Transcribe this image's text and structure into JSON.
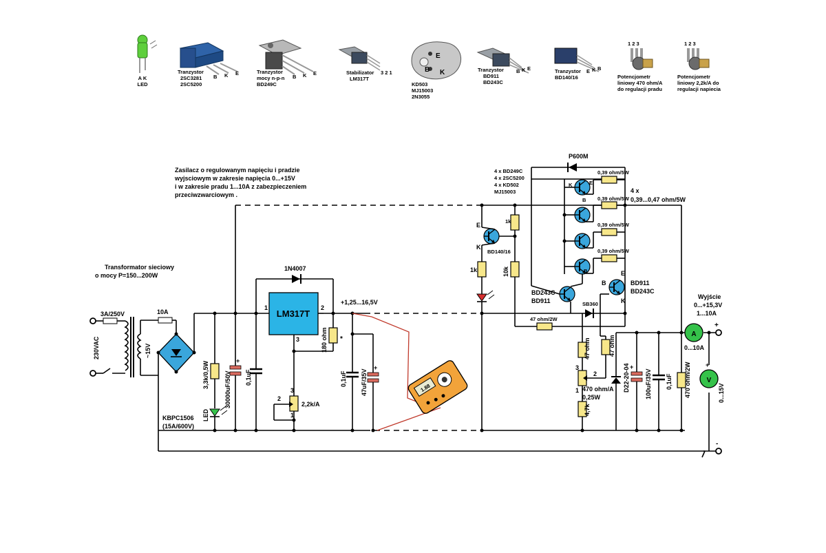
{
  "components": {
    "led": {
      "line1": "A  K",
      "line2": "LED"
    },
    "tr_2sc3281": {
      "line1": "Tranzystor",
      "line2": "2SC3281",
      "line3": "2SC5200",
      "pins": [
        "B",
        "K",
        "E"
      ]
    },
    "tr_bd249c": {
      "line1": "Tranzystor",
      "line2": "mocy n-p-n",
      "line3": "BD249C",
      "pins": [
        "B",
        "K",
        "E"
      ]
    },
    "stab_lm317t": {
      "line1": "Stabilizator",
      "line2": "LM317T",
      "pins": "3 2 1"
    },
    "tr_kd503": {
      "line1": "KD503",
      "line2": "MJ15003",
      "line3": "2N3055",
      "pins": [
        "E",
        "B",
        "K"
      ]
    },
    "tr_bd911": {
      "line1": "Tranzystor",
      "line2": "BD911",
      "line3": "BD243C",
      "pins": [
        "B",
        "K",
        "E"
      ]
    },
    "tr_bd140": {
      "line1": "Tranzystor",
      "line2": "BD140/16",
      "pins": [
        "E",
        "K",
        "B"
      ]
    },
    "pot_470": {
      "pins": "1 2 3",
      "line1": "Potencjometr",
      "line2": "liniowy 470 ohm/A",
      "line3": "do regulacji pradu"
    },
    "pot_22k": {
      "pins": "1 2 3",
      "line1": "Potencjometr",
      "line2": "liniowy 2,2k/A do",
      "line3": "regulacji napiecia"
    }
  },
  "description": [
    "Zasilacz o regulowanym napięciu i pradzie",
    "wyjsciowym w zakresie napięcia 0...+15V",
    "i w zakresie pradu 1...10A z zabezpieczeniem",
    "przeciwzwarciowym ."
  ],
  "labels": {
    "transformer": [
      "Transformator sieciowy",
      "o mocy P=150...200W"
    ],
    "fuse_main": "3A/250V",
    "ac_in": "230VAC",
    "fuse_secondary": "10A",
    "secondary_v": "~15V",
    "bridge": [
      "KBPC1506",
      "(15A/600V)"
    ],
    "r_led": "3,3k/0,5W",
    "c_main": "30000uF/50V",
    "c_01a": "0,1uF",
    "led": "LED",
    "diode_1n4007": "1N4007",
    "ic": "LM317T",
    "ic_pin1": "1",
    "ic_pin2": "2",
    "ic_pin3": "3",
    "r_180": "180 ohm",
    "asterisk": "*",
    "pot_22k": "2,2k/A",
    "pot_pin3": "3",
    "pot_pin2": "2",
    "pot_pin1": "1",
    "vout_range": "+1,25...16,5V",
    "c_01b": "0,1uF",
    "c_47u": "47uF/35V",
    "r_1k_a": "1k",
    "r_1k_b": "1k",
    "r_10k": "10k",
    "q_bd140": "BD140/16",
    "q_bd140_e": "E",
    "q_bd140_k": "K",
    "p600m": "P600M",
    "power_list": [
      "4 x BD249C",
      "4 x 2SC5200",
      "4 x KD502",
      "MJ15003"
    ],
    "r_039_1": "0,39 ohm/5W",
    "r_039_2": "0,39 ohm/5W",
    "r_039_3": "0,39 ohm/5W",
    "r_039_4": "0,39 ohm/5W",
    "r_group": [
      "4 x",
      "0,39...0,47 ohm/5W"
    ],
    "pin_k": "K",
    "pin_e": "E",
    "pin_b1": "B",
    "pin_b2": "B",
    "q_drv_left": [
      "BD243C",
      "BD911"
    ],
    "q_drv_right": [
      "BD911",
      "BD243C"
    ],
    "q_drv_right_b": "B",
    "q_drv_right_e": "E",
    "q_drv_right_k": "K",
    "sb360": "SB360",
    "r_47_2w": "47 ohm/2W",
    "r_47_a": "47 ohm",
    "r_47_b": "47 ohm",
    "pot_470": [
      "470 ohm/A",
      "0,25W"
    ],
    "pot470_pin3": "3",
    "pot470_pin2": "2",
    "pot470_pin1": "1",
    "r_4k7": "4,7k",
    "d22": "D22-20-04",
    "c_100u": "100uF/35V",
    "c_01c": "0,1uF",
    "r_470_2w": "470 ohm/2W",
    "ammeter": "A",
    "ammeter_range": "0...10A",
    "voltmeter": "V",
    "voltmeter_range": "0...15V",
    "output": [
      "Wyjście",
      "0...+15,3V",
      "1...10A"
    ],
    "plus": "+",
    "minus": "-",
    "meter_display": "1.88"
  },
  "colors": {
    "transistor": "#3aa6dc",
    "ic": "#2bb4e6",
    "resistor": "#f7e78a",
    "capacitor": "#d96a5e",
    "meter_ok": "#35c24a",
    "probe": "#c0392b",
    "multimeter": "#f2a33a"
  }
}
